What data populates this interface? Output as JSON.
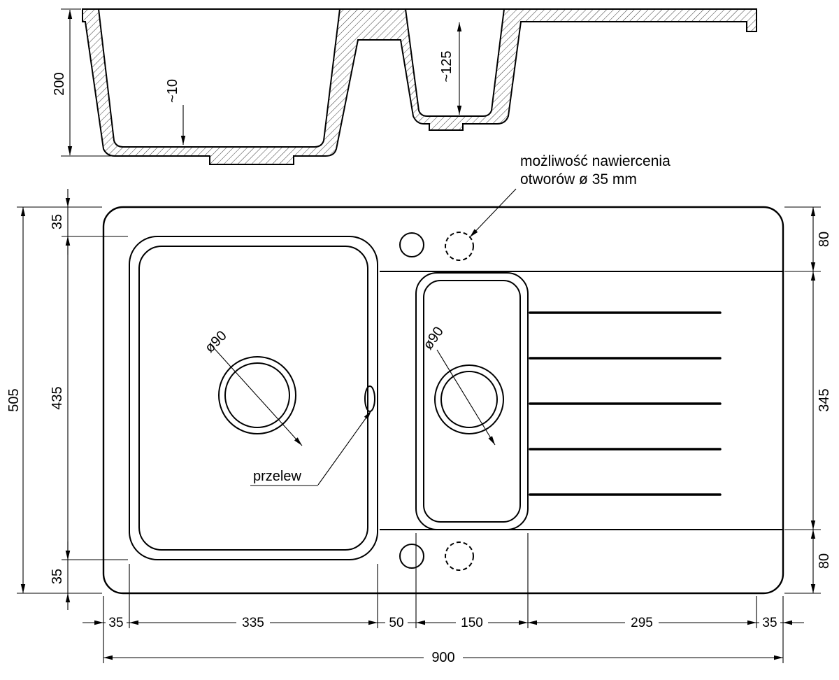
{
  "annotations": {
    "drill_note_line1": "możliwość nawiercenia",
    "drill_note_line2": "otworów ø 35 mm",
    "overflow_label": "przelew",
    "main_drain_dia": "ø90",
    "small_drain_dia": "ø90"
  },
  "section_dims": {
    "total_depth": "200",
    "base_thickness": "~10",
    "small_bowl_depth": "~125"
  },
  "plan_dims": {
    "overall_height": "505",
    "rim_top": "35",
    "bowls_height": "435",
    "rim_bottom": "35",
    "right_top": "80",
    "drainer_height": "345",
    "right_bottom": "80",
    "rim_left": "35",
    "main_bowl_width": "335",
    "between_bowls": "50",
    "small_bowl_width": "150",
    "drainer_width": "295",
    "rim_right": "35",
    "overall_width": "900"
  }
}
